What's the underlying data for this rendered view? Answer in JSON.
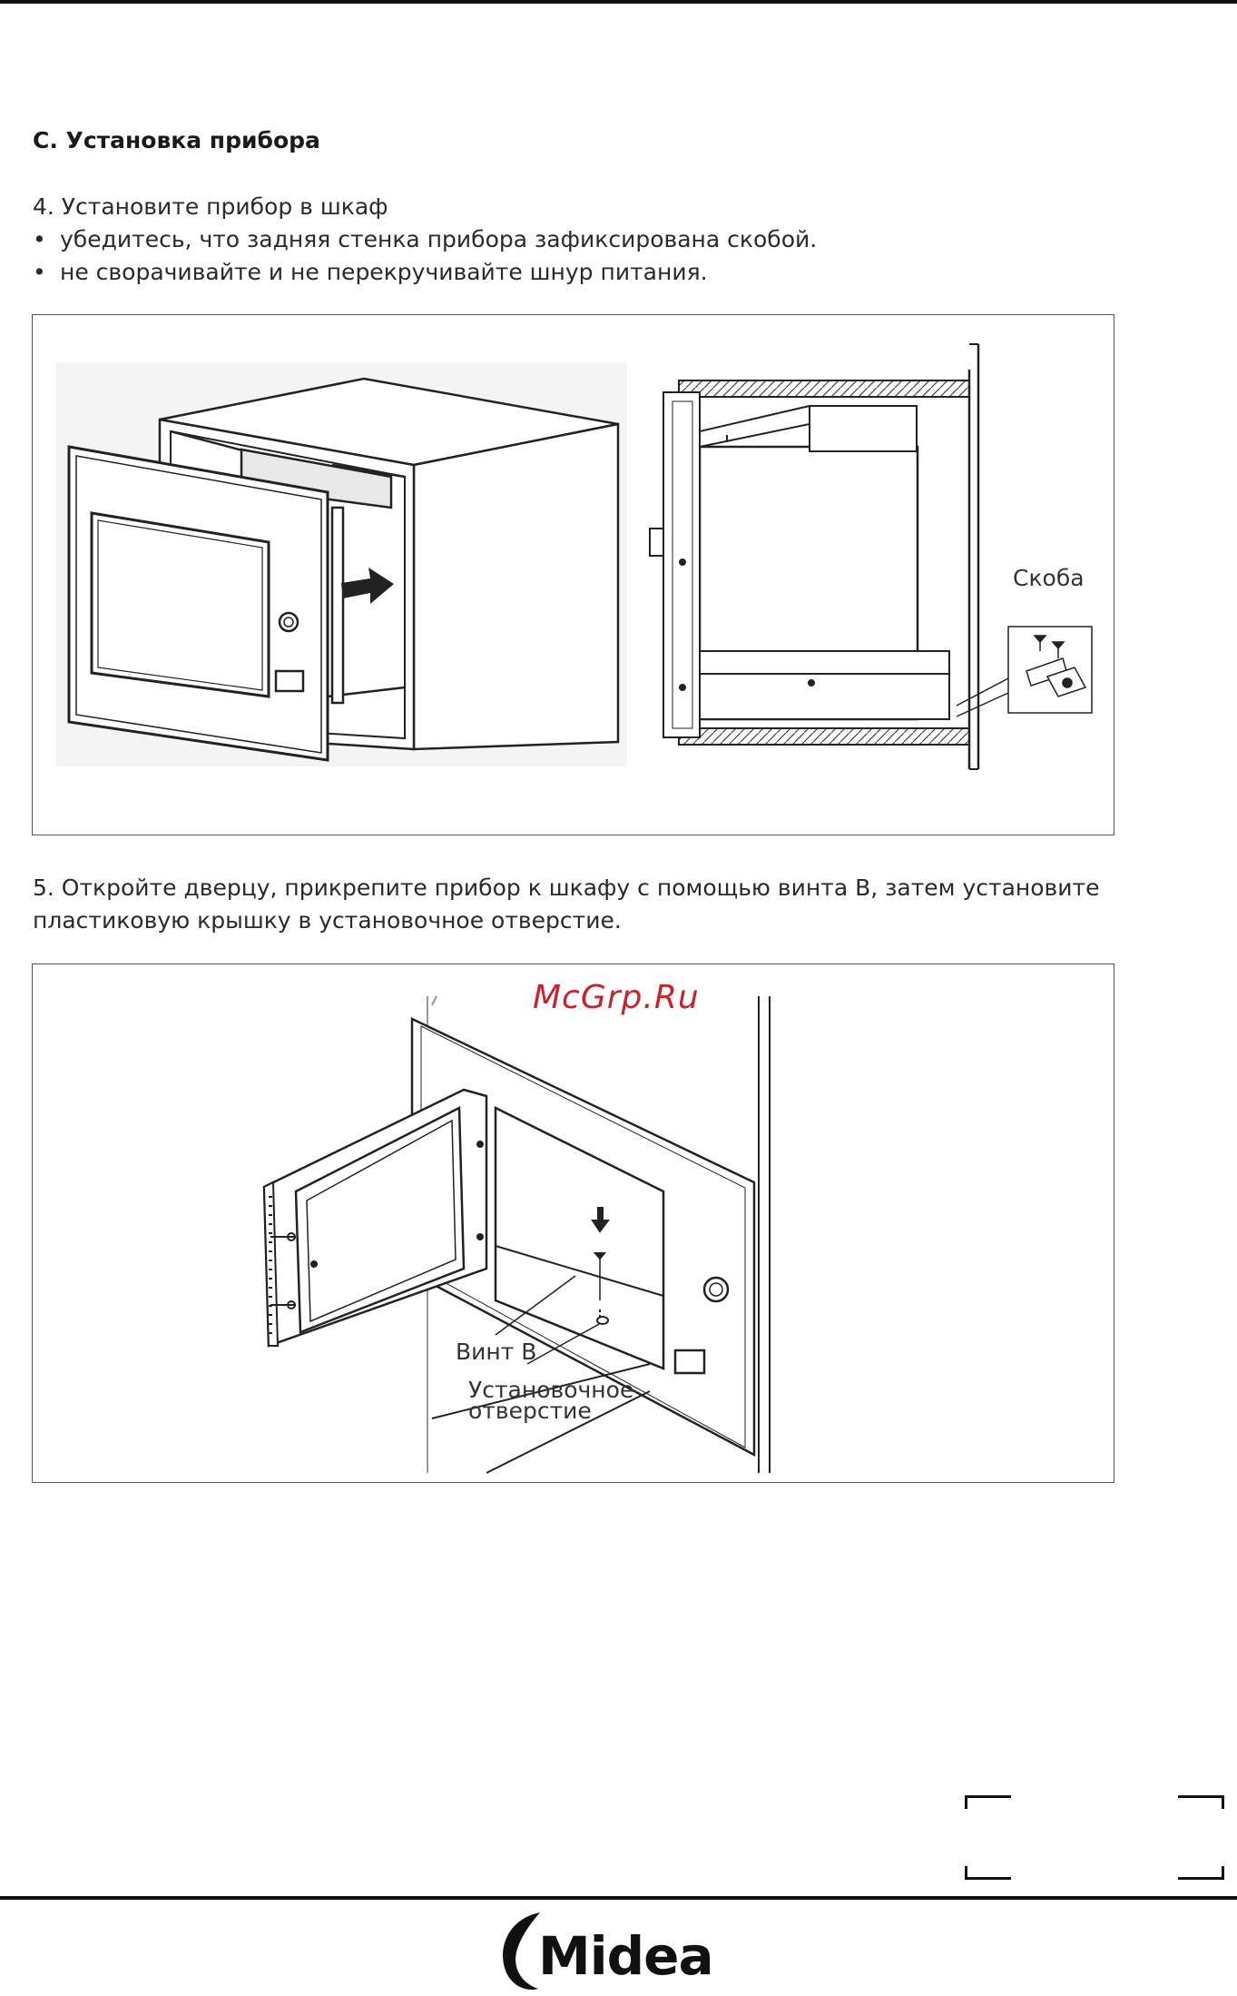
{
  "section": {
    "title": "C. Установка прибора"
  },
  "step4": {
    "heading": "4. Установите прибор в шкаф",
    "bullets": [
      "убедитесь, что задняя стенка прибора зафиксирована скобой.",
      "не сворачивайте и не перекручивайте шнур питания."
    ]
  },
  "figure1": {
    "bracket_label": "Скоба"
  },
  "step5": {
    "line1": "5. Откройте дверцу, прикрепите прибор к шкафу с помощью винта B, затем установите",
    "line2": "пластиковую крышку в установочное отверстие."
  },
  "figure2": {
    "screw_label": "Винт B",
    "hole_label_line1": "Установочное",
    "hole_label_line2": "отверстие"
  },
  "watermark": "McGrp.Ru",
  "logo": {
    "text": "Midea"
  },
  "bullet_glyph": "•"
}
